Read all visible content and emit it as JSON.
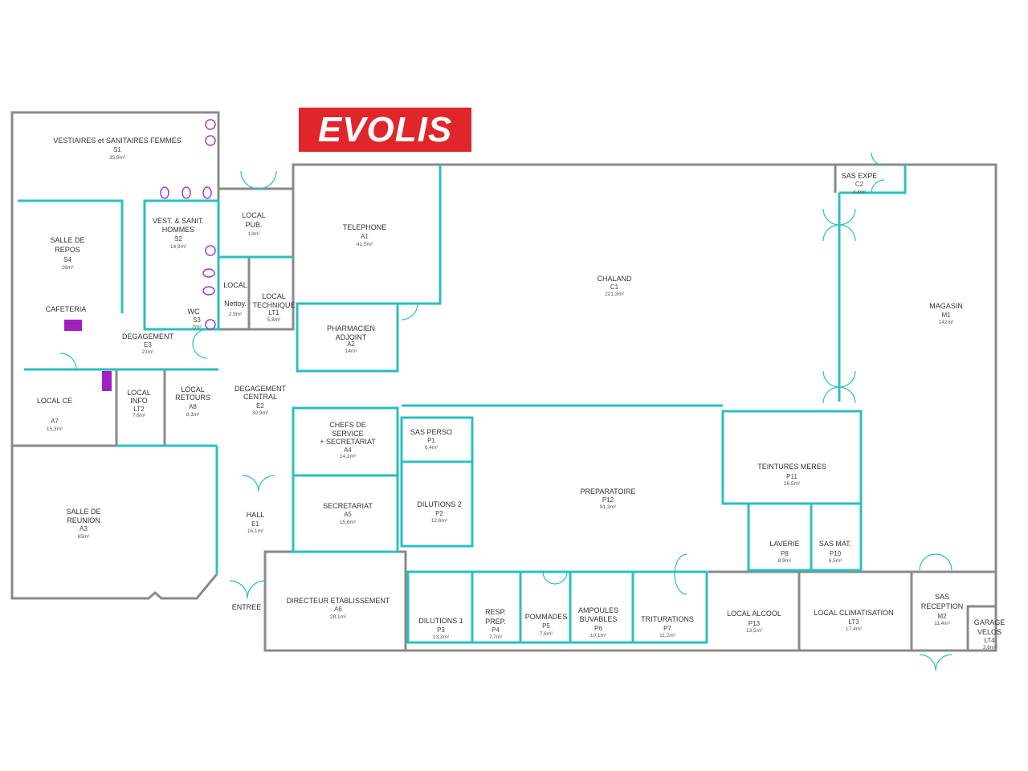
{
  "logo": {
    "text": "EVOLIS",
    "color": "#e0262b"
  },
  "colors": {
    "exterior_wall": "#8a8a8a",
    "interior_wall": "#2bbfc2",
    "fixtures": "#a040c0"
  },
  "rooms": {
    "s1": {
      "name": "VESTIAIRES et SANITAIRES FEMMES",
      "code": "S1",
      "area": "35,9m²"
    },
    "s4": {
      "name1": "SALLE DE",
      "name2": "REPOS",
      "code": "S4",
      "area": "26m²"
    },
    "cafeteria": {
      "name": "CAFETERIA"
    },
    "s2": {
      "name1": "VEST. & SANIT.",
      "name2": "HOMMES",
      "code": "S2",
      "area": "14,9m²"
    },
    "pub": {
      "name1": "LOCAL",
      "name2": "PUB.",
      "area": "13m²"
    },
    "nettoy": {
      "name1": "LOCAL",
      "name2": "Nettoy.",
      "area": "2,9m²"
    },
    "lt1": {
      "name1": "LOCAL",
      "name2": "TECHNIQUE",
      "code": "LT1",
      "area": "5,8m²"
    },
    "s3": {
      "name": "WC",
      "code": "S3",
      "area": "2m²"
    },
    "e3": {
      "name": "DEGAGEMENT",
      "code": "E3",
      "area": "21m²"
    },
    "a7": {
      "name": "LOCAL CE",
      "code": "A7",
      "area": "15,3m²"
    },
    "lt2": {
      "name1": "LOCAL",
      "name2": "INFO",
      "code": "LT2",
      "area": "7,6m²"
    },
    "a8": {
      "name1": "LOCAL",
      "name2": "RETOURS",
      "code": "A8",
      "area": "8,3m²"
    },
    "e2": {
      "name1": "DEGAGEMENT",
      "name2": "CENTRAL",
      "code": "E2",
      "area": "30,9m²"
    },
    "a4": {
      "name1": "CHEFS DE",
      "name2": "SERVICE",
      "name3": "+ SECRETARIAT",
      "code": "A4",
      "area": "14,2m²"
    },
    "a5": {
      "name": "SECRETARIAT",
      "code": "A5",
      "area": "15,6m²"
    },
    "e1": {
      "name": "HALL",
      "code": "E1",
      "area": "16,1m²"
    },
    "a3": {
      "name1": "SALLE DE",
      "name2": "REUNION",
      "code": "A3",
      "area": "65m²"
    },
    "entree": {
      "name": "ENTREE"
    },
    "a6": {
      "name": "DIRECTEUR ETABLISSEMENT",
      "code": "A6",
      "area": "28,1m²"
    },
    "a1": {
      "name": "TELEPHONE",
      "code": "A1",
      "area": "41,5m²"
    },
    "a2": {
      "name1": "PHARMACIEN",
      "name2": "ADJOINT",
      "code": "A2",
      "area": "14m²"
    },
    "c1": {
      "name": "CHALAND",
      "code": "C1",
      "area": "221,3m²"
    },
    "c2": {
      "name": "SAS EXPE",
      "code": "C2",
      "area": "4,4m²"
    },
    "m1": {
      "name": "MAGASIN",
      "code": "M1",
      "area": "142m²"
    },
    "p1": {
      "name": "SAS PERSO",
      "code": "P1",
      "area": "6,4m²"
    },
    "p2": {
      "name": "DILUTIONS 2",
      "code": "P2",
      "area": "12,6m²"
    },
    "p12": {
      "name": "PREPARATOIRE",
      "code": "P12",
      "area": "91,3m²"
    },
    "p3": {
      "name": "DILUTIONS 1",
      "code": "P3",
      "area": "13,3m²"
    },
    "p4": {
      "name1": "RESP.",
      "name2": "PREP.",
      "code": "P4",
      "area": "7,7m²"
    },
    "p5": {
      "name": "POMMADES",
      "code": "P5",
      "area": "7,6m²"
    },
    "p6": {
      "name1": "AMPOULES",
      "name2": "BUVABLES",
      "code": "P6",
      "area": "10,1m²"
    },
    "p7": {
      "name": "TRITURATIONS",
      "code": "P7",
      "area": "11,2m²"
    },
    "p11": {
      "name": "TEINTURES MERES",
      "code": "P11",
      "area": "26,5m²"
    },
    "p8": {
      "name": "LAVERIE",
      "code": "P8",
      "area": "8,9m²"
    },
    "p10": {
      "name": "SAS MAT.",
      "code": "P10",
      "area": "6,5m²"
    },
    "p13": {
      "name": "LOCAL ALCOOL",
      "code": "P13",
      "area": "13,5m²"
    },
    "lt3": {
      "name": "LOCAL CLIMATISATION",
      "code": "LT3",
      "area": "17,4m²"
    },
    "m2": {
      "name1": "SAS",
      "name2": "RECEPTION",
      "code": "M2",
      "area": "11,4m²"
    },
    "lt4": {
      "name1": "GARAGE",
      "name2": "VELOS",
      "code": "LT4",
      "area": "3,8m²"
    }
  }
}
